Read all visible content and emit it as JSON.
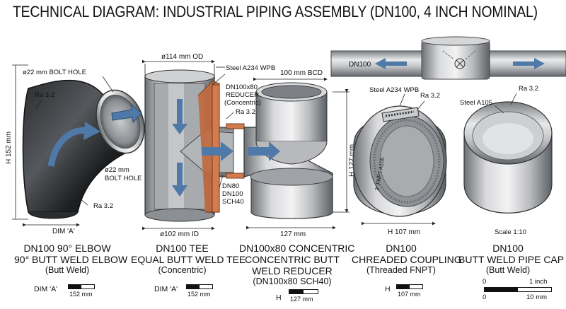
{
  "title": "TECHNICAL DIAGRAM: INDUSTRIAL PIPING ASSEMBLY (DN100, 4 INCH NOMINAL)",
  "callouts": {
    "bolt_hole_top": "ø22 mm BOLT HOLE",
    "elbow_height": "H 152 mm",
    "elbow_ra_top": "Ra 3.2",
    "bolt_hole_bottom_1": "ø22 mm",
    "bolt_hole_bottom_2": "BOLT HOLE",
    "elbow_ra_bottom": "Ra 3.2",
    "elbow_dim": "DIM 'A'",
    "tee_od": "ø114 mm OD",
    "tee_steel": "Steel A234 WPB",
    "reducer_inner_1": "DN100x80",
    "reducer_inner_2": "REDUCER",
    "reducer_inner_3": "(Concentric)",
    "tee_ra": "Ra 3.2",
    "tee_id": "ø102 mm ID",
    "dn80_1": "DN80",
    "dn80_2": "DN100",
    "dn80_3": "SCH40",
    "bcd": "100 mm BCD",
    "reducer_height": "H 127 mm",
    "reducer_width": "127 mm",
    "pipe_label": "DN100",
    "coupling_steel": "Steel A234 WPB",
    "coupling_ra": "Ra 3.2",
    "coupling_stamp": "2\" FNPT A105",
    "coupling_height": "H 107 mm",
    "cap_steel": "Steel A105",
    "cap_ra": "Ra 3.2",
    "scale": "Scale 1:10"
  },
  "components": [
    {
      "name": "DN100 90° ELBOW",
      "line2": "90° BUTT WELD ELBOW",
      "line3": "(Butt Weld)",
      "line4": "",
      "dim_label": "DIM 'A'",
      "dim_value": "152 mm"
    },
    {
      "name": "DN100 TEE",
      "line2": "EQUAL BUTT WELD TEE",
      "line3": "(Concentric)",
      "line4": "",
      "dim_label": "DIM 'A'",
      "dim_value": "152 mm"
    },
    {
      "name": "DN100x80 CONCENTRIC",
      "line2": "CONCENTRIC BUTT",
      "line3": "WELD REDUCER",
      "line4": "(DN100x80 SCH40)",
      "dim_label": "H",
      "dim_value": "127 mm"
    },
    {
      "name": "DN100",
      "line2": "CHREADED COUPLING",
      "line3": "(Threaded FNPT)",
      "line4": "",
      "dim_label": "H",
      "dim_value": "107 mm"
    },
    {
      "name": "DN100",
      "line2": "BUTT WELD PIPE CAP",
      "line3": "(Butt Weld)",
      "line4": "",
      "dim_label": "",
      "dim_value": ""
    }
  ],
  "scale_bar": {
    "zero_top": "0",
    "inch": "1 inch",
    "zero_bottom": "0",
    "mm": "10 mm"
  }
}
